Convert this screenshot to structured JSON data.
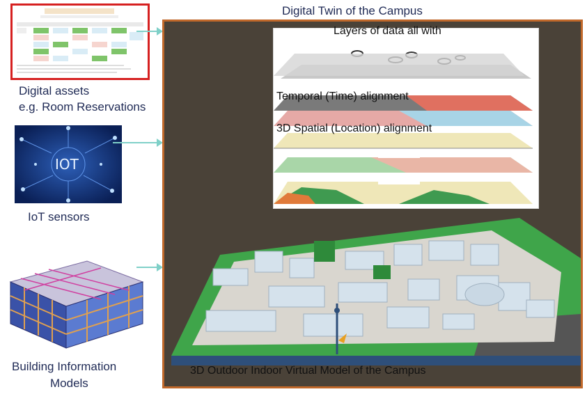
{
  "title": "Digital Twin of the Campus",
  "sources": {
    "digital_assets_line1": "Digital assets",
    "digital_assets_line2": "e.g. Room Reservations",
    "iot_label": "IoT sensors",
    "iot_image_text": "IOT",
    "bim_line1": "Building Information",
    "bim_line2": "Models"
  },
  "layers": {
    "heading": "Layers of data all with",
    "temporal": "Temporal (Time) alignment",
    "spatial": "3D Spatial (Location) alignment"
  },
  "model_caption": "3D Outdoor Indoor Virtual Model of the Campus",
  "colors": {
    "frame_border": "#c0682a",
    "arrow": "#7fd0c8",
    "highlight_border": "#d62020",
    "text": "#1f2a55"
  }
}
